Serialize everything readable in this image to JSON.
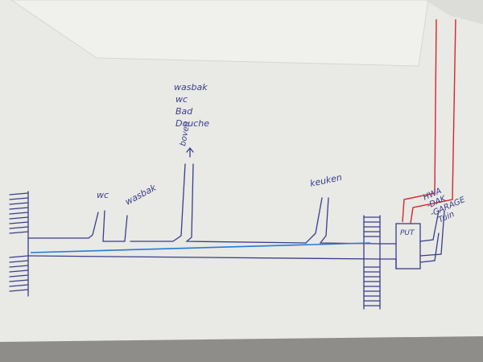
{
  "labels": {
    "upstairs_list": [
      "wasbak",
      "wc",
      "Bad",
      "Douche"
    ],
    "boven": "boven",
    "wc": "wc",
    "wasbak": "wasbak",
    "keuken": "keuken",
    "put": "PUT",
    "right_list": [
      "HWA",
      "-DAK",
      "-GARAGE",
      "Tuin"
    ]
  },
  "colors": {
    "paper": "#eeeeeb",
    "ink": "#3a3d8c",
    "red": "#d8262a",
    "blue": "#2a78d8"
  }
}
